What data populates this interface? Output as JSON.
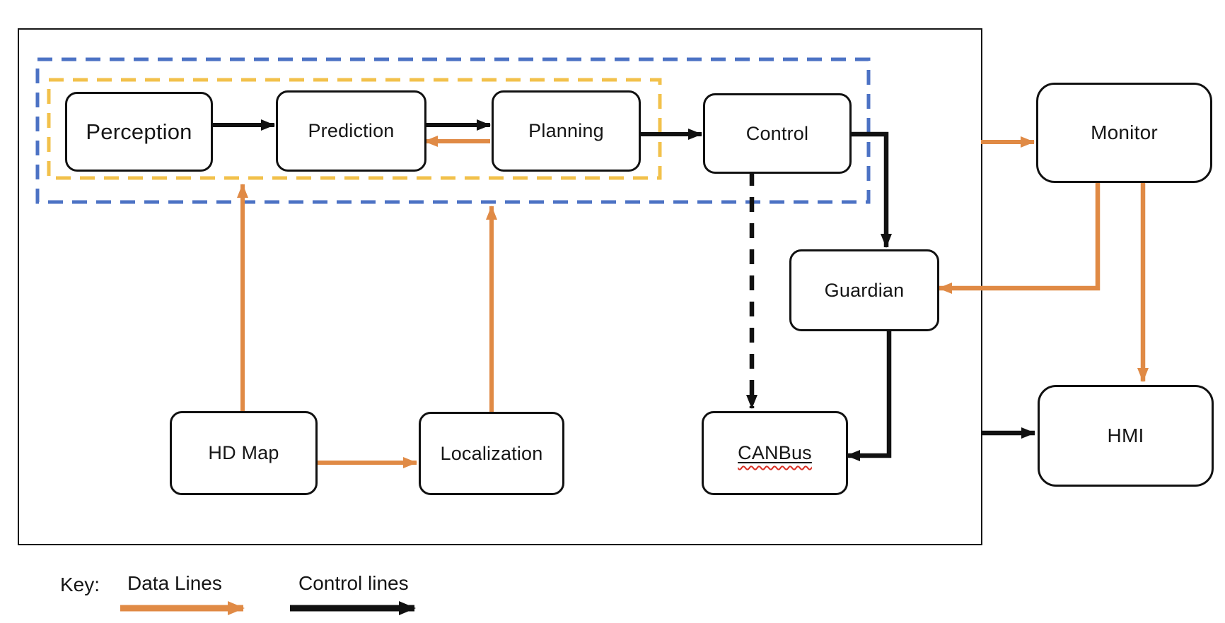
{
  "diagram": {
    "nodes": {
      "perception": {
        "label": "Perception"
      },
      "prediction": {
        "label": "Prediction"
      },
      "planning": {
        "label": "Planning"
      },
      "control": {
        "label": "Control"
      },
      "guardian": {
        "label": "Guardian"
      },
      "canbus": {
        "label": "CANBus"
      },
      "hdmap": {
        "label": "HD Map"
      },
      "localization": {
        "label": "Localization"
      },
      "monitor": {
        "label": "Monitor"
      },
      "hmi": {
        "label": "HMI"
      }
    },
    "edges": [
      {
        "from": "Perception",
        "to": "Prediction",
        "type": "control"
      },
      {
        "from": "Prediction",
        "to": "Planning",
        "type": "control"
      },
      {
        "from": "Planning",
        "to": "Prediction",
        "type": "data"
      },
      {
        "from": "Planning",
        "to": "Control",
        "type": "control"
      },
      {
        "from": "Control",
        "to": "Guardian",
        "type": "control"
      },
      {
        "from": "Control",
        "to": "CANBus",
        "type": "control-dashed"
      },
      {
        "from": "Guardian",
        "to": "CANBus",
        "type": "control"
      },
      {
        "from": "HD Map",
        "to": "Perception-subsystem",
        "type": "data"
      },
      {
        "from": "HD Map",
        "to": "Localization",
        "type": "data"
      },
      {
        "from": "Localization",
        "to": "Planning-subsystem",
        "type": "data"
      },
      {
        "from": "System-boundary",
        "to": "Monitor",
        "type": "data"
      },
      {
        "from": "Monitor",
        "to": "Guardian",
        "type": "data"
      },
      {
        "from": "Monitor",
        "to": "HMI",
        "type": "data"
      },
      {
        "from": "System-boundary",
        "to": "HMI",
        "type": "control"
      }
    ],
    "key": {
      "title": "Key:",
      "data_label": "Data Lines",
      "control_label": "Control lines"
    },
    "colors": {
      "data_line": "#E08A45",
      "control_line": "#111111",
      "subsystem_dashed_blue": "#4C72C4",
      "subsystem_dashed_yellow": "#F2C14B",
      "spellcheck_squiggle": "#D93025"
    }
  }
}
